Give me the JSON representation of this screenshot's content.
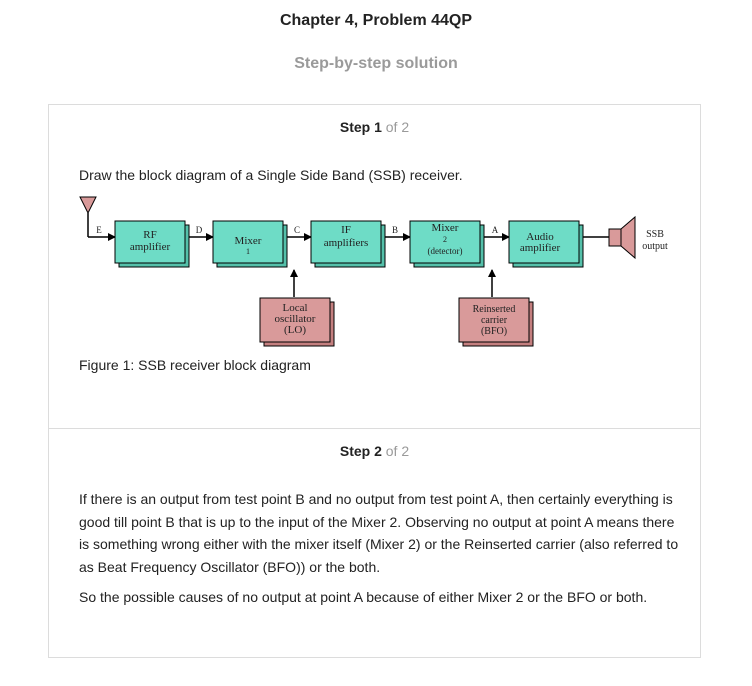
{
  "header": {
    "title": "Chapter 4, Problem 44QP",
    "subtitle": "Step-by-step solution"
  },
  "step1": {
    "label": "Step 1",
    "of": "of 2",
    "intro": "Draw the block diagram of a Single Side Band (SSB) receiver.",
    "caption": "Figure 1: SSB receiver block diagram"
  },
  "diagram": {
    "blocks": {
      "rf": [
        "RF",
        "amplifier"
      ],
      "mixer1": [
        "Mixer",
        "1"
      ],
      "if": [
        "IF",
        "amplifiers"
      ],
      "mixer2": [
        "Mixer",
        "2",
        "(detector)"
      ],
      "audio": [
        "Audio",
        "amplifier"
      ],
      "lo": [
        "Local",
        "oscillator",
        "(LO)"
      ],
      "bfo": [
        "Reinserted",
        "carrier",
        "(BFO)"
      ]
    },
    "points": {
      "e": "E",
      "d": "D",
      "c": "C",
      "b": "B",
      "a": "A"
    },
    "output": [
      "SSB",
      "output"
    ],
    "colors": {
      "block": "#6edcc6",
      "oscillator": "#d99a9a",
      "speaker": "#d99a9a"
    }
  },
  "step2": {
    "label": "Step 2",
    "of": "of 2",
    "para1": "If there is an output from test point B and no output from test point A, then certainly everything is good till point B that is up to the input of the Mixer 2. Observing no output at point A means there is something wrong either with the mixer itself (Mixer 2) or the Reinserted carrier (also referred to as Beat Frequency Oscillator (BFO)) or the both.",
    "para2": "So the possible causes of no output at point A because of either Mixer 2 or the BFO or both."
  }
}
